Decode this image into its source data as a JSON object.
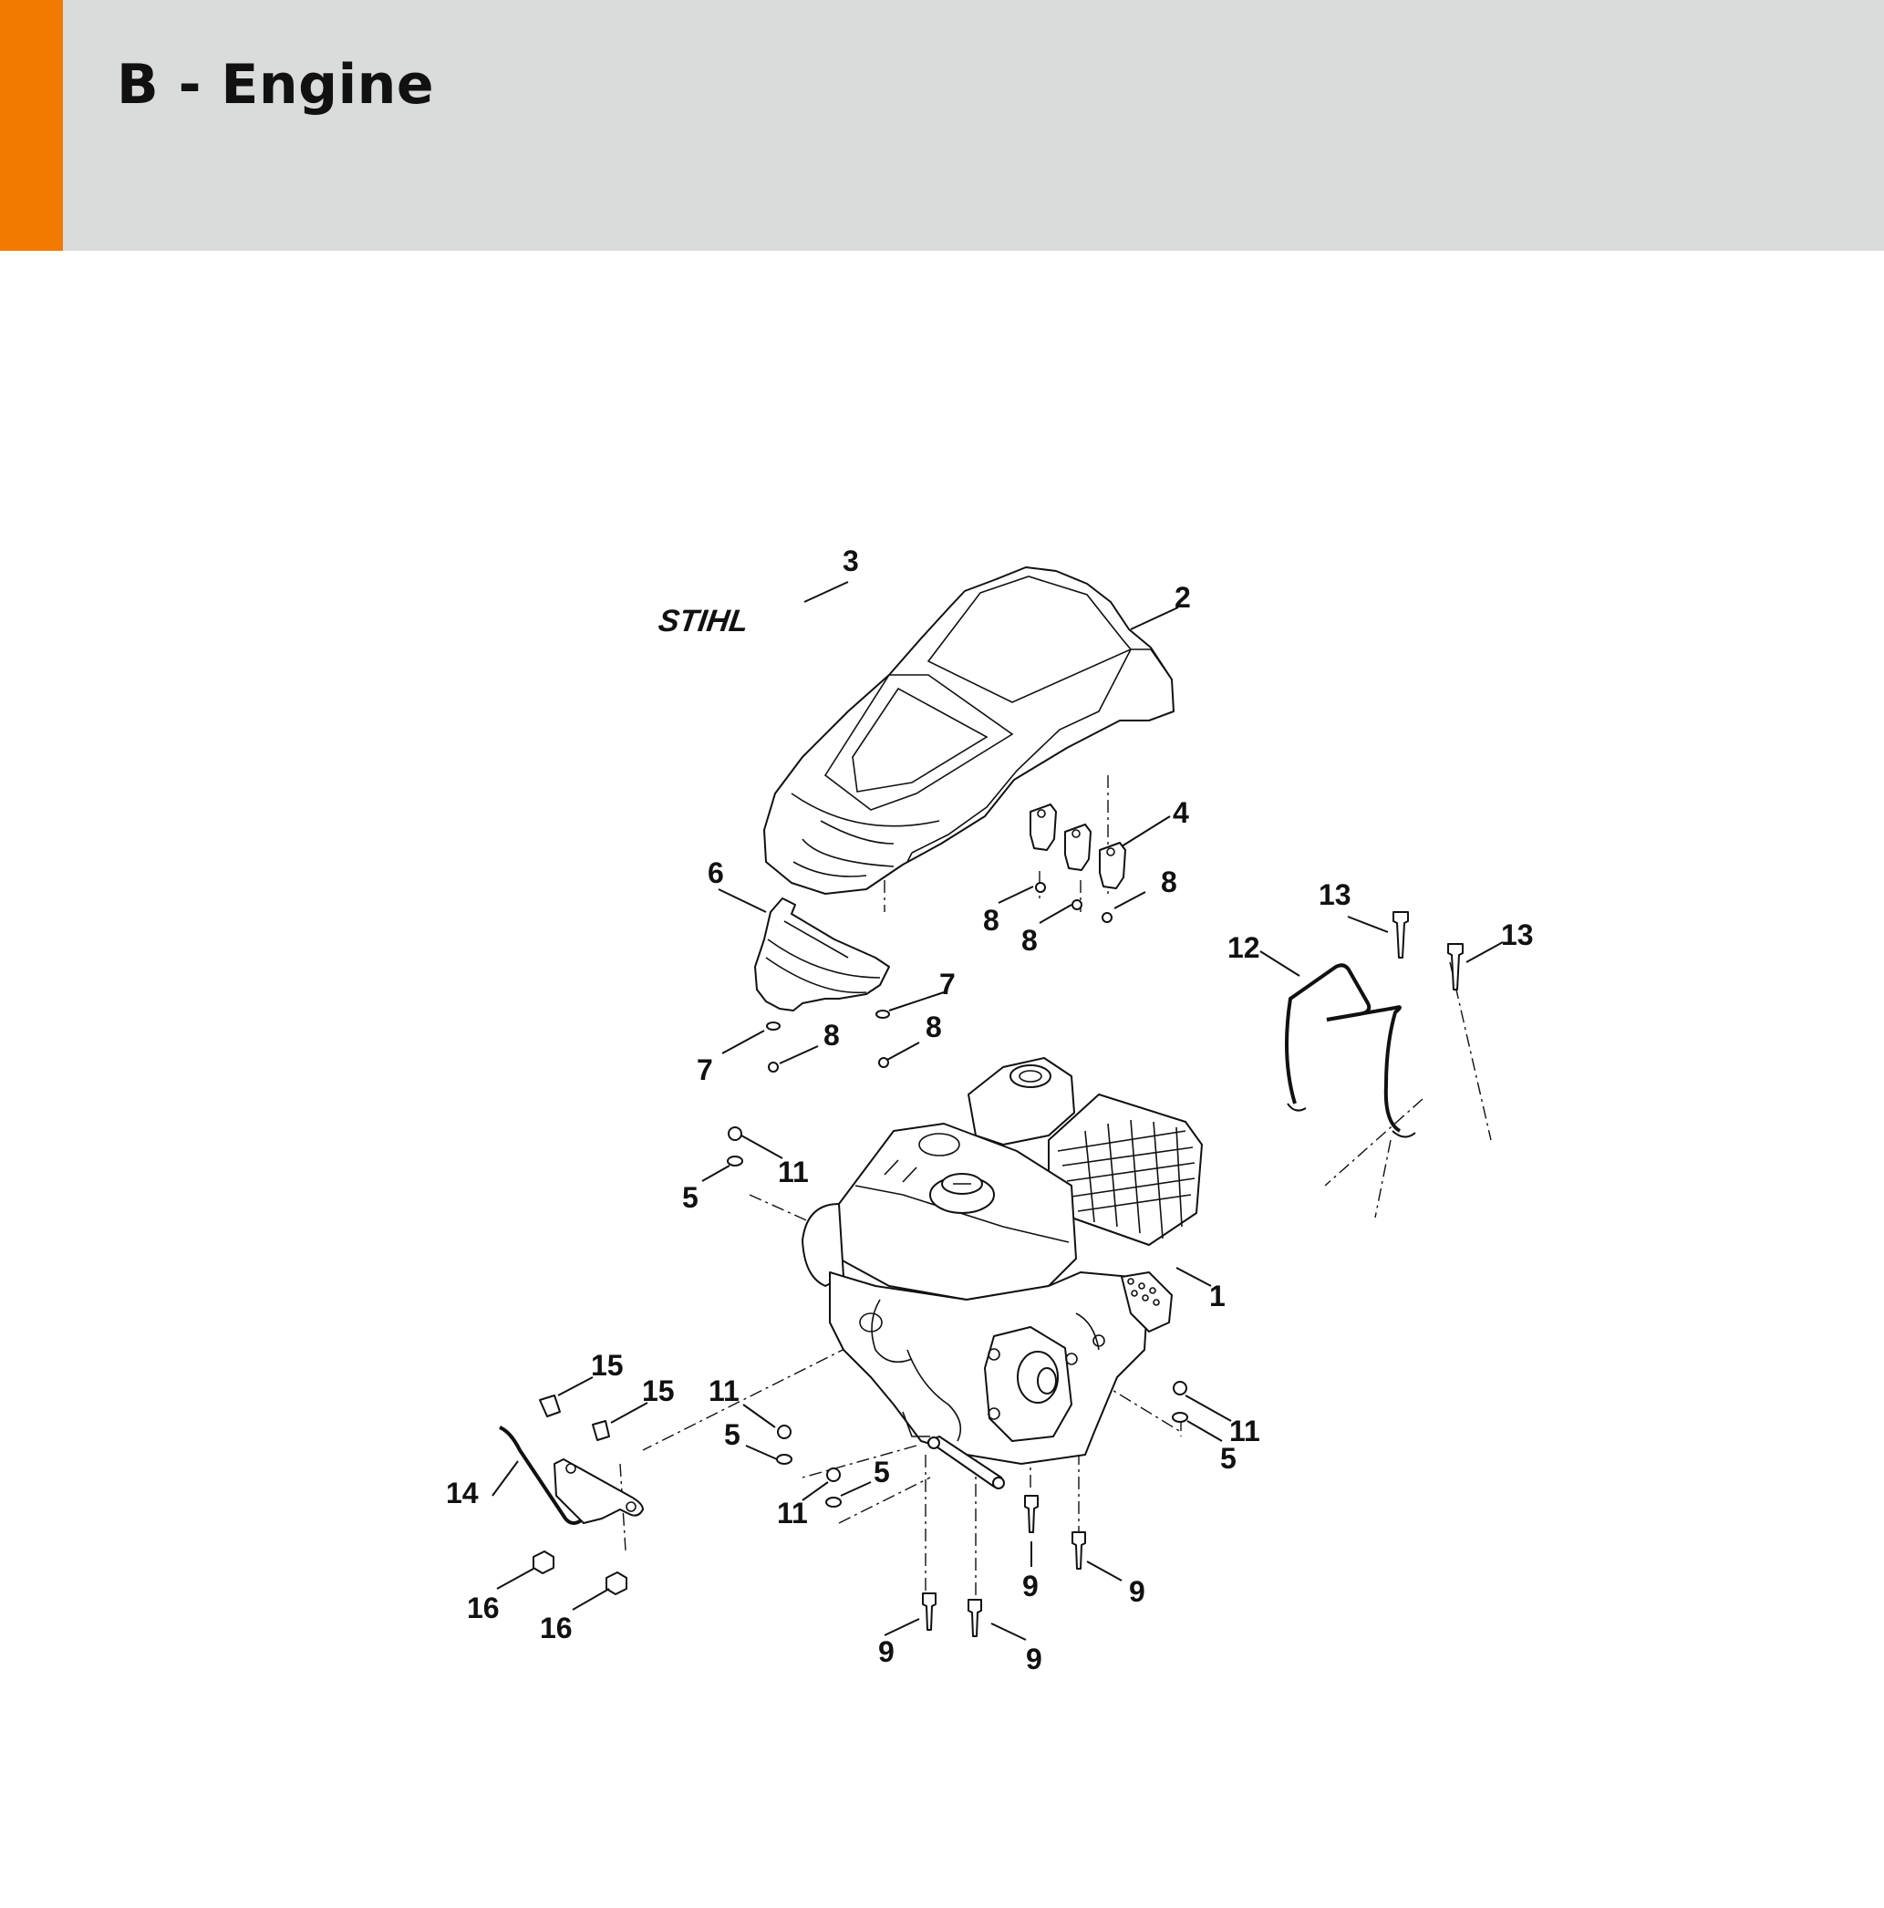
{
  "header": {
    "title": "B - Engine",
    "accent_color": "#f37a00",
    "background_color": "#dadbdb"
  },
  "diagram": {
    "logo_text": "STIHL",
    "callouts": [
      "3",
      "2",
      "4",
      "8",
      "8",
      "8",
      "6",
      "7",
      "8",
      "7",
      "8",
      "13",
      "12",
      "13",
      "11",
      "5",
      "1",
      "15",
      "15",
      "11",
      "5",
      "11",
      "5",
      "14",
      "11",
      "5",
      "16",
      "16",
      "9",
      "9",
      "9",
      "9"
    ]
  }
}
